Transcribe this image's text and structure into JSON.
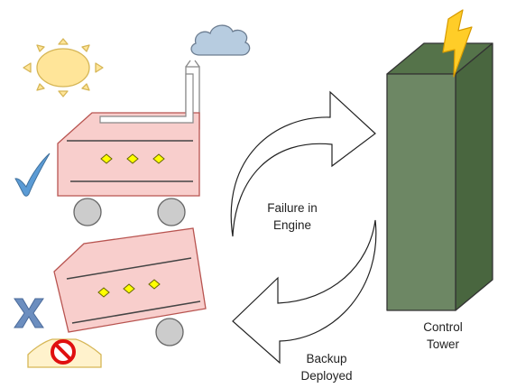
{
  "labels": {
    "failure": "Failure in\nEngine",
    "backup": "Backup\nDeployed",
    "tower": "Control\nTower"
  },
  "icons": [
    "sun-icon",
    "cloud-icon",
    "checkmark-icon",
    "x-mark-icon",
    "warning-no-entry-icon",
    "lightning-icon"
  ],
  "colors": {
    "vehicle_body": "#f8cecc",
    "vehicle_stroke": "#b85450",
    "wheel": "#cccccc",
    "indicator": "#ffff00",
    "tower_front": "#6d8764",
    "tower_top": "#55734a",
    "tower_side": "#49663f",
    "sun": "#ffe599",
    "sun_stroke": "#d6b656",
    "cloud": "#b7cce0",
    "check": "#5b9bd5",
    "cross": "#6c8ebf",
    "warning": "#fff2cc",
    "no_entry": "#e01010",
    "lightning": "#ffcd28"
  }
}
